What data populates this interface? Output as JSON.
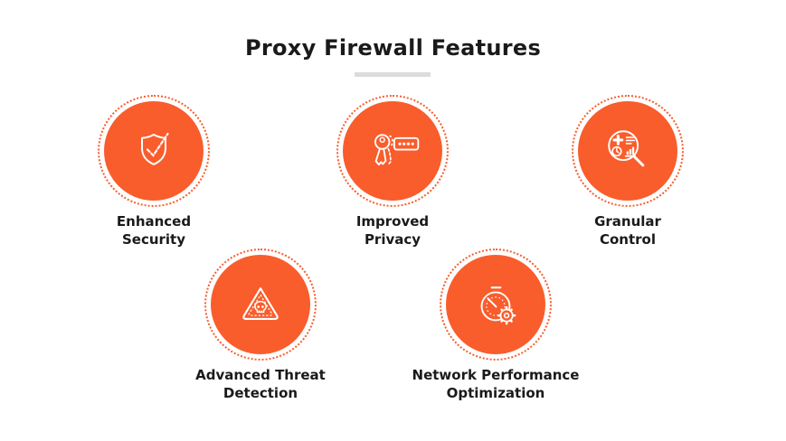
{
  "title": "Proxy Firewall Features",
  "colors": {
    "accent": "#F95D2C",
    "divider": "#DCDCDC",
    "icon_stroke": "#FFFFFF",
    "text": "#1A1A1A"
  },
  "features": [
    {
      "id": "enhanced-security",
      "icon": "shield-check-icon",
      "label_line1": "Enhanced",
      "label_line2": "Security"
    },
    {
      "id": "improved-privacy",
      "icon": "keys-password-icon",
      "label_line1": "Improved",
      "label_line2": "Privacy"
    },
    {
      "id": "granular-control",
      "icon": "magnifier-analytics-icon",
      "label_line1": "Granular",
      "label_line2": "Control"
    },
    {
      "id": "advanced-threat-detection",
      "icon": "warning-skull-icon",
      "label_line1": "Advanced Threat",
      "label_line2": "Detection"
    },
    {
      "id": "network-performance-optimization",
      "icon": "stopwatch-gear-icon",
      "label_line1": "Network Performance",
      "label_line2": "Optimization"
    }
  ]
}
